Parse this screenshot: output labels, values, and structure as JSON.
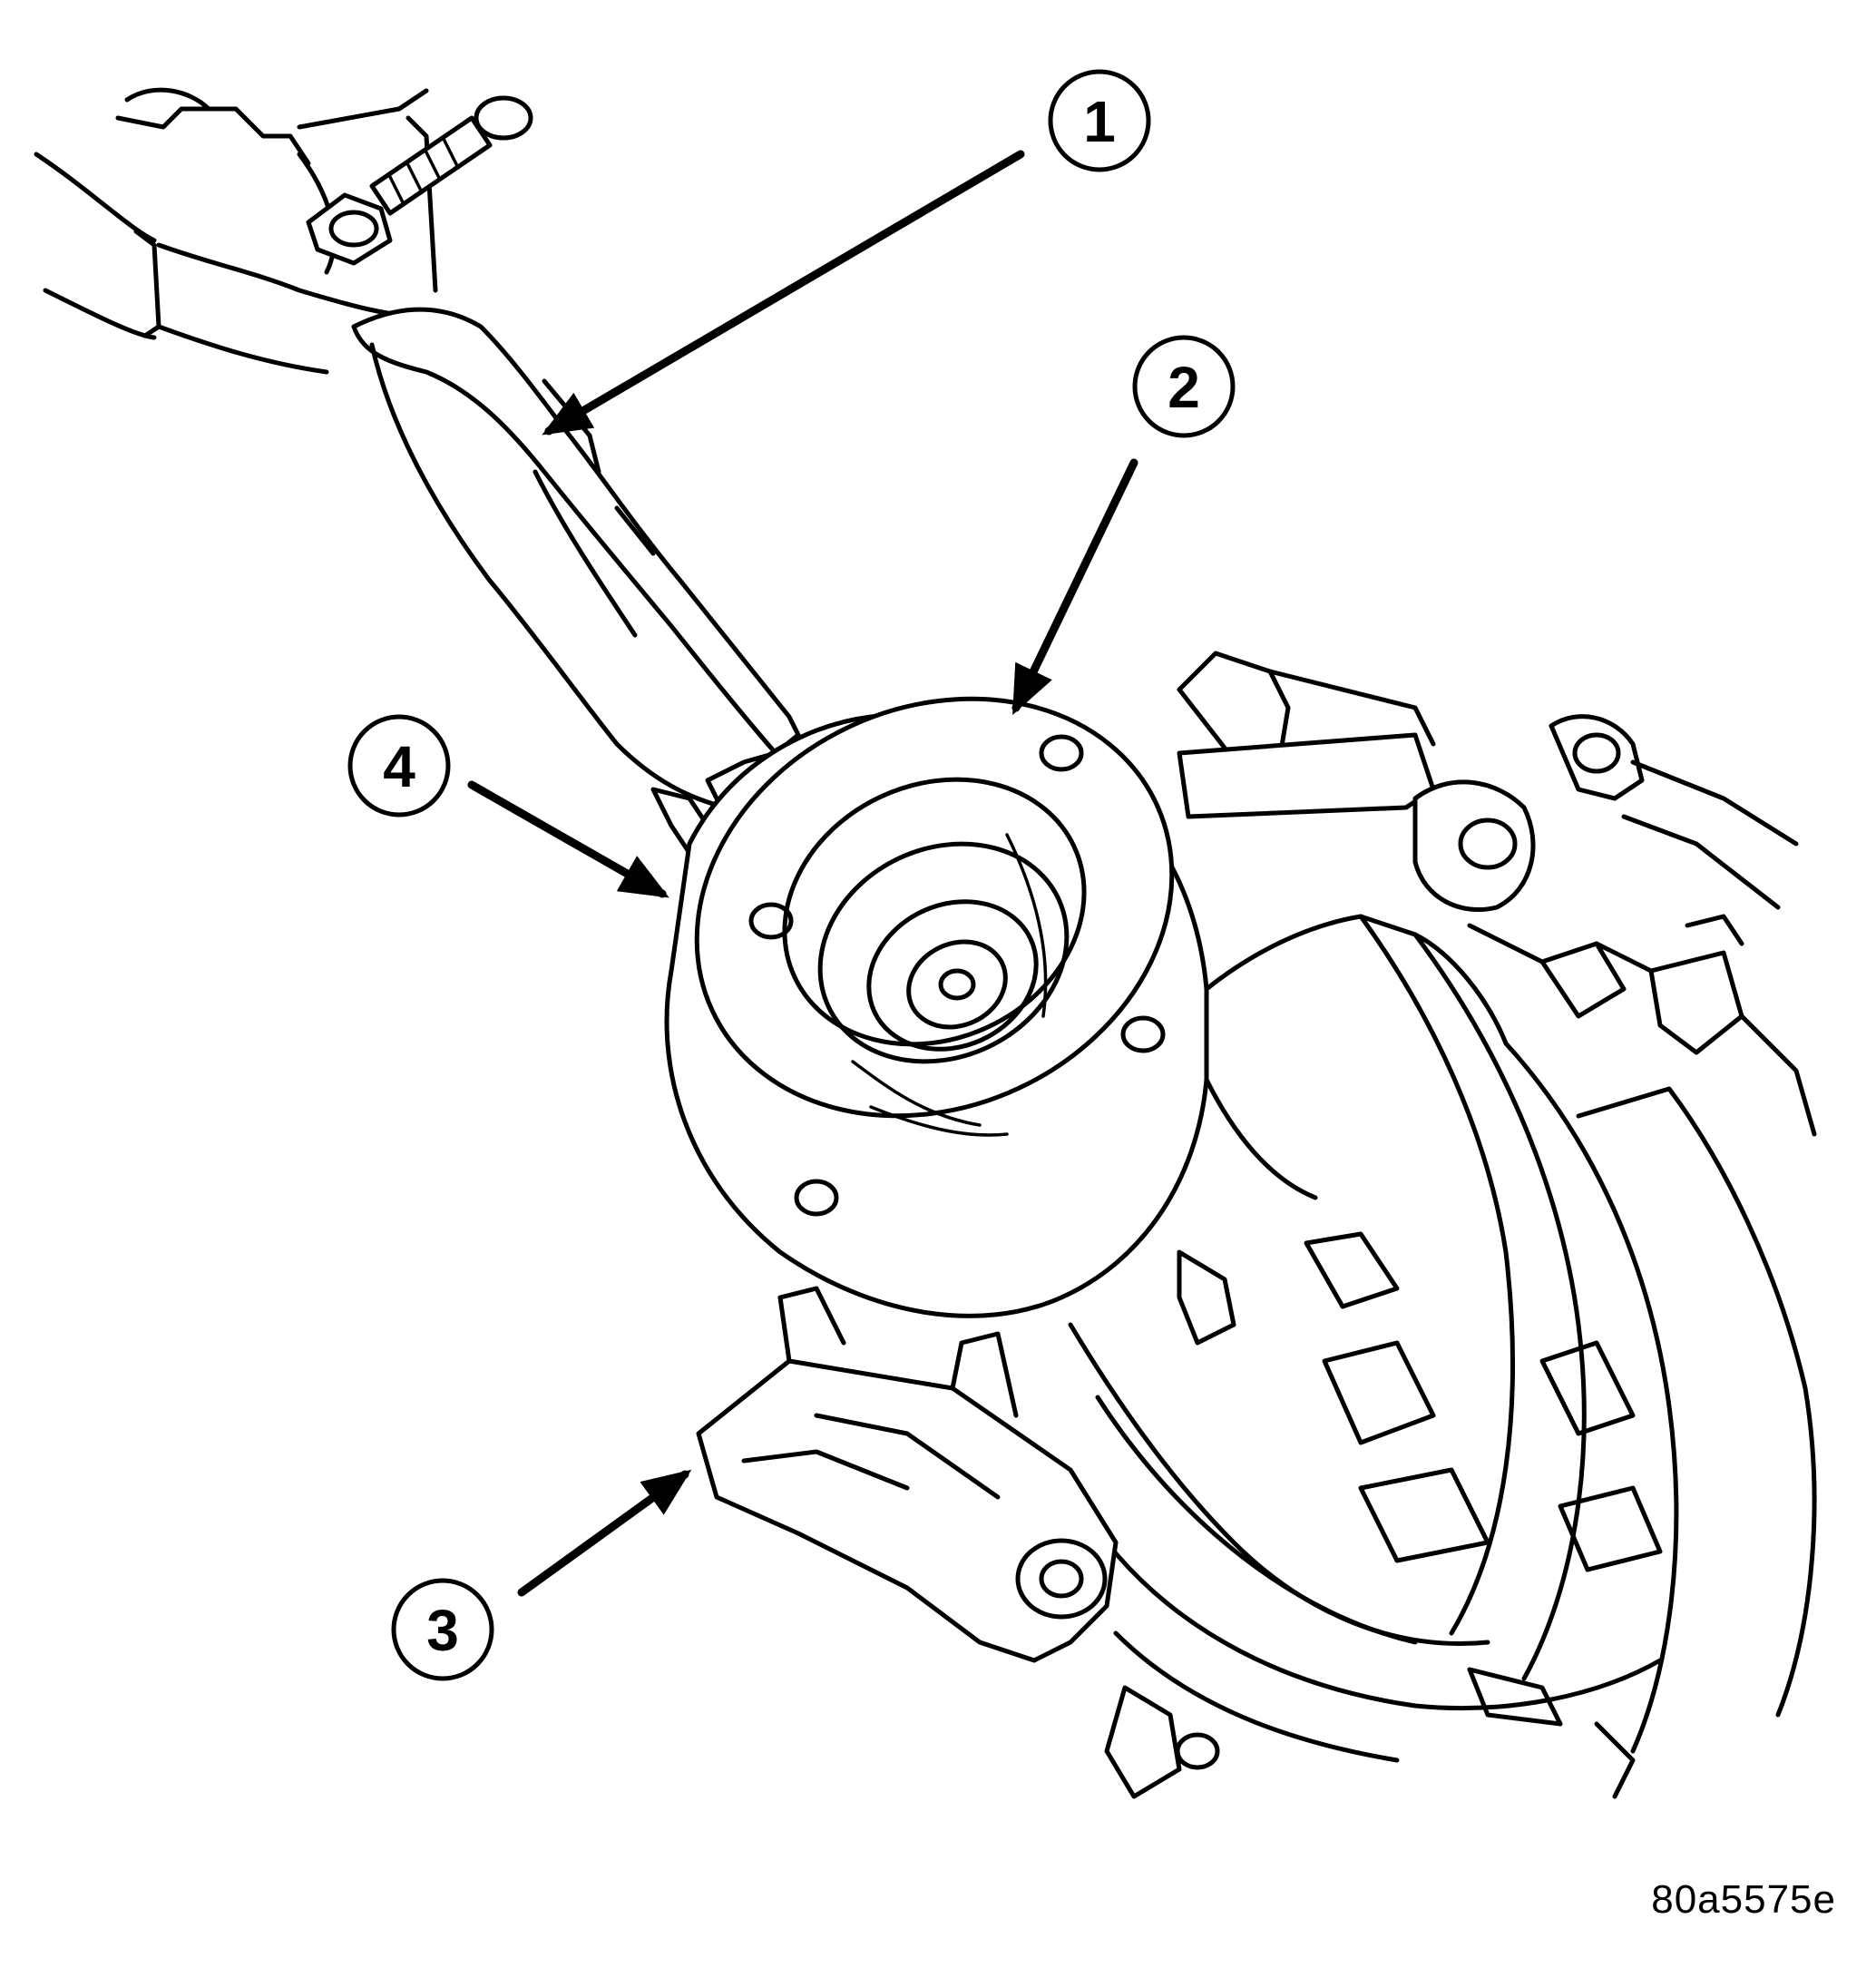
{
  "figure": {
    "id_label": "80a5575e"
  },
  "callouts": [
    {
      "number": "1"
    },
    {
      "number": "2"
    },
    {
      "number": "3"
    },
    {
      "number": "4"
    }
  ],
  "colors": {
    "line": "#000000",
    "background": "#ffffff"
  }
}
